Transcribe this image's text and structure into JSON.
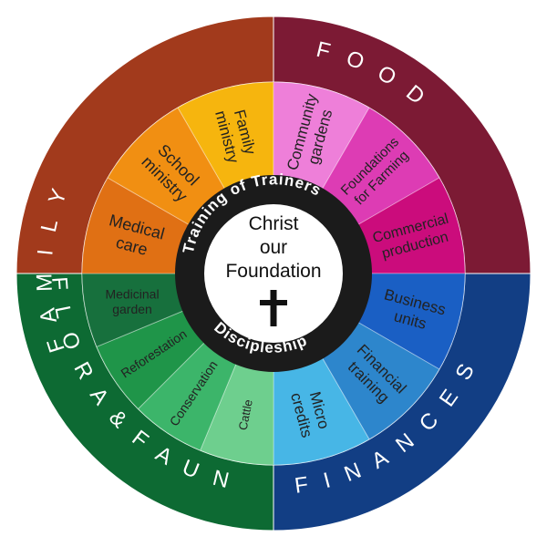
{
  "quadrants": [
    {
      "key": "family",
      "label": "F A M I L Y",
      "color": "#a23a1c"
    },
    {
      "key": "food",
      "label": "F O O D",
      "color": "#7c1a34"
    },
    {
      "key": "finances",
      "label": "F I N A N C E S",
      "color": "#123e84"
    },
    {
      "key": "flora",
      "label": "F L O R A & F A U N A",
      "color": "#0d6a33"
    }
  ],
  "segments": [
    {
      "key": "family-ministry",
      "lines": [
        "Family",
        "ministry"
      ],
      "color": "#f6b50e",
      "size": 17
    },
    {
      "key": "community-gardens",
      "lines": [
        "Community",
        "gardens"
      ],
      "color": "#ee7fd9",
      "size": 17
    },
    {
      "key": "foundations-farming",
      "lines": [
        "Foundations",
        "for Farming"
      ],
      "color": "#dd3cb4",
      "size": 15
    },
    {
      "key": "commercial-production",
      "lines": [
        "Commercial",
        "production"
      ],
      "color": "#cb0c7c",
      "size": 16
    },
    {
      "key": "business-units",
      "lines": [
        "Business",
        "units"
      ],
      "color": "#1a5fc4",
      "size": 17
    },
    {
      "key": "financial-training",
      "lines": [
        "Financial",
        "training"
      ],
      "color": "#2d86cc",
      "size": 17
    },
    {
      "key": "micro-credits",
      "lines": [
        "Micro",
        "credits"
      ],
      "color": "#47b6e6",
      "size": 17
    },
    {
      "key": "cattle",
      "lines": [
        "Cattle"
      ],
      "color": "#6ecf8e",
      "size": 13
    },
    {
      "key": "conservation",
      "lines": [
        "Conservation"
      ],
      "color": "#3cb56a",
      "size": 14
    },
    {
      "key": "reforestation",
      "lines": [
        "Reforestation"
      ],
      "color": "#1f9549",
      "size": 14
    },
    {
      "key": "medicinal-garden",
      "lines": [
        "Medicinal",
        "garden"
      ],
      "color": "#17703d",
      "size": 14
    },
    {
      "key": "medical-care",
      "lines": [
        "Medical",
        "care"
      ],
      "color": "#e07014",
      "size": 18
    },
    {
      "key": "school-ministry",
      "lines": [
        "School",
        "ministry"
      ],
      "color": "#f18f12",
      "size": 18
    }
  ],
  "ring": {
    "top_text": "Training of Trainers",
    "bottom_text": "Discipleship",
    "color": "#1b1b1b"
  },
  "center": {
    "lines": [
      "Christ",
      "our",
      "Foundation"
    ],
    "symbol": "cross-icon",
    "color": "#ffffff"
  }
}
